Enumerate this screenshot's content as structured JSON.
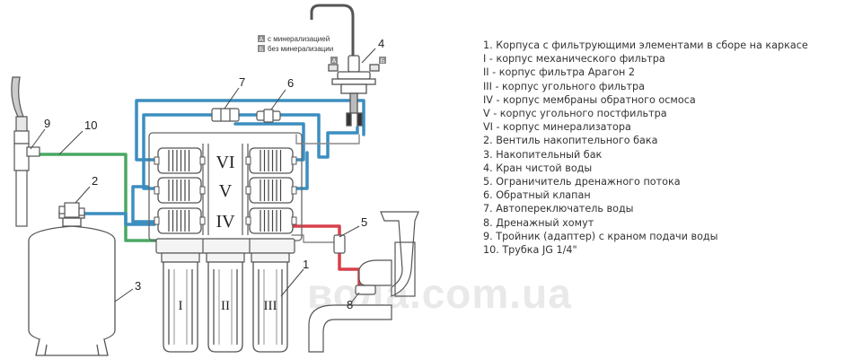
{
  "watermark": "вода.com.ua",
  "mineral_key": [
    {
      "tag": "A",
      "text": "с минерализацией"
    },
    {
      "tag": "Б",
      "text": "без минерализации"
    }
  ],
  "faucet_tags": [
    "A",
    "Б"
  ],
  "housing_labels": [
    "I",
    "II",
    "III"
  ],
  "module_labels": [
    "VI",
    "V",
    "IV"
  ],
  "callouts": [
    "1",
    "2",
    "3",
    "4",
    "5",
    "6",
    "7",
    "8",
    "9",
    "10"
  ],
  "legend": [
    "1. Корпуса с фильтрующими элементами в сборе на каркасе",
    "I - корпус механического фильтра",
    "II - корпус фильтра Арагон 2",
    "III - корпус угольного фильтра",
    "IV - корпус мембраны обратного осмоса",
    "V - корпус угольного постфильтра",
    "VI - корпус минерализатора",
    "2. Вентиль накопительного бака",
    "3. Накопительный бак",
    "4. Кран чистой воды",
    "5. Ограничитель дренажного потока",
    "6. Обратный клапан",
    "7. Автопереключатель воды",
    "8. Дренажный хомут",
    "9. Тройник (адаптер) с краном подачи воды",
    "10. Трубка JG 1/4\""
  ],
  "colors": {
    "blue_tube": "#3b8ec0",
    "green_tube": "#4aa864",
    "red_tube": "#d8404a",
    "outline": "#555555"
  }
}
